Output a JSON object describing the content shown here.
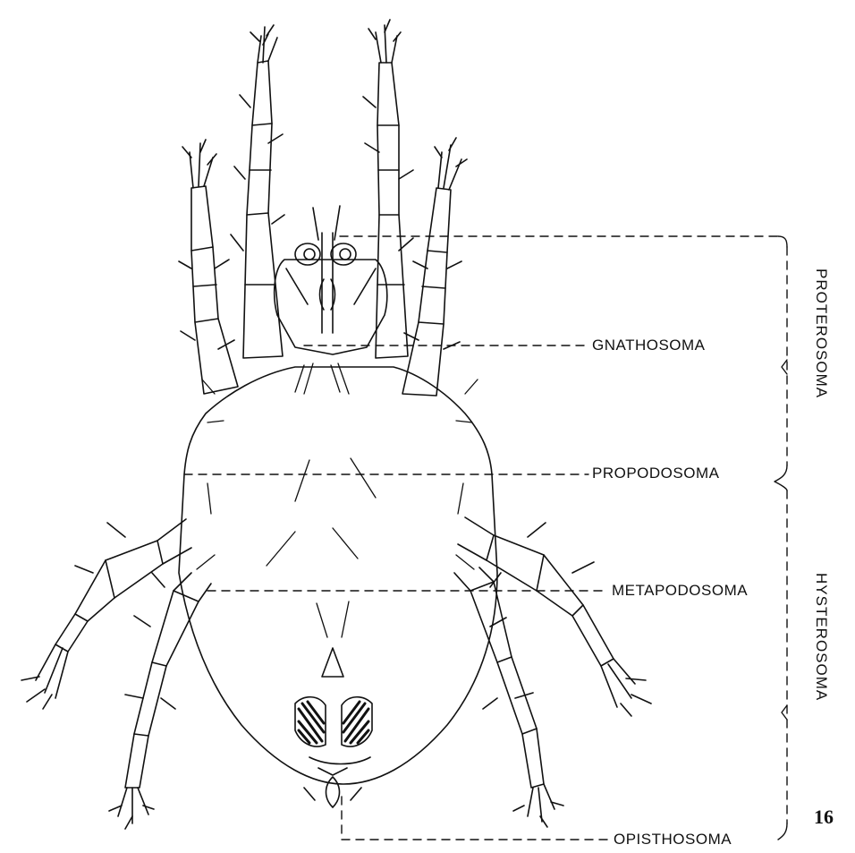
{
  "diagram": {
    "labels": {
      "gnathosoma": "GNATHOSOMA",
      "propodosoma": "PROPODOSOMA",
      "metapodosoma": "METAPODOSOMA",
      "opisthosoma": "OPISTHOSOMA",
      "proterosoma": "PROTEROSOMA",
      "hysterosoma": "HYSTEROSOMA"
    },
    "figure_number": "16",
    "line_color": "#111111"
  }
}
